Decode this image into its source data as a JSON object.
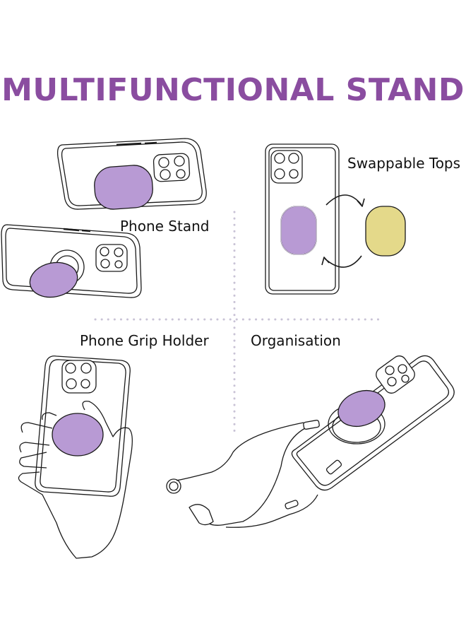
{
  "title": "MULTIFUNCTIONAL STAND",
  "labels": {
    "phone_stand": "Phone Stand",
    "swappable_tops": "Swappable Tops",
    "phone_grip_holder": "Phone Grip Holder",
    "organisation": "Organisation"
  },
  "colors": {
    "title": "#8a4da0",
    "lavender_top": "#b89ad4",
    "yellow_top": "#e4d98a",
    "line": "#1a1a1a",
    "divider": "#c9c3d6"
  },
  "icons": [
    "phone-stand-illustration",
    "swappable-tops-illustration",
    "grip-holder-illustration",
    "organisation-illustration",
    "swap-arrows-icon"
  ]
}
